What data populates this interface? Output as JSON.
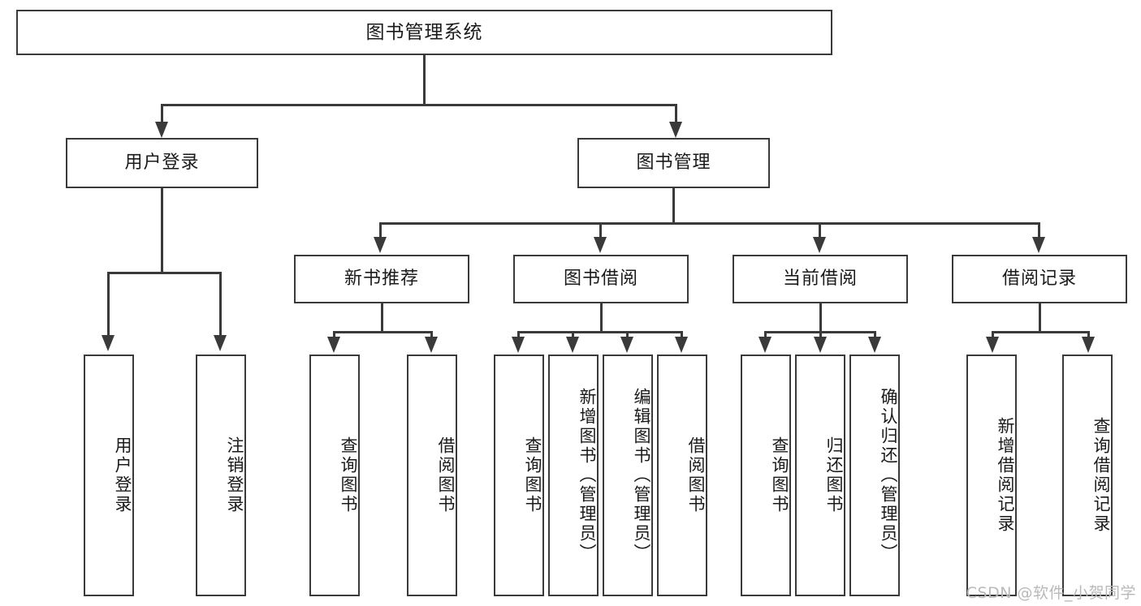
{
  "diagram": {
    "title": "图书管理系统",
    "type": "tree-hierarchy-chart",
    "root": {
      "label": "图书管理系统"
    },
    "level1": [
      {
        "label": "用户登录"
      },
      {
        "label": "图书管理"
      }
    ],
    "level2": [
      {
        "label": "新书推荐"
      },
      {
        "label": "图书借阅"
      },
      {
        "label": "当前借阅"
      },
      {
        "label": "借阅记录"
      }
    ],
    "leaves": {
      "user_login": [
        {
          "label": "用户登录"
        },
        {
          "label": "注销登录"
        }
      ],
      "new_book_recommend": [
        {
          "label": "查询图书"
        },
        {
          "label": "借阅图书"
        }
      ],
      "book_borrow": [
        {
          "label": "查询图书"
        },
        {
          "label": "新增图书（管理员）"
        },
        {
          "label": "编辑图书（管理员）"
        },
        {
          "label": "借阅图书"
        }
      ],
      "current_borrow": [
        {
          "label": "查询图书"
        },
        {
          "label": "归还图书"
        },
        {
          "label": "确认归还（管理员）"
        }
      ],
      "borrow_record": [
        {
          "label": "新增借阅记录"
        },
        {
          "label": "查询借阅记录"
        }
      ]
    }
  },
  "watermark": {
    "text": "CSDN @软件_小贺同学"
  },
  "colors": {
    "stroke": "#3a3a3a",
    "fill": "#ffffff",
    "text": "#1a1a1a",
    "watermark": "#b9b9b9"
  }
}
